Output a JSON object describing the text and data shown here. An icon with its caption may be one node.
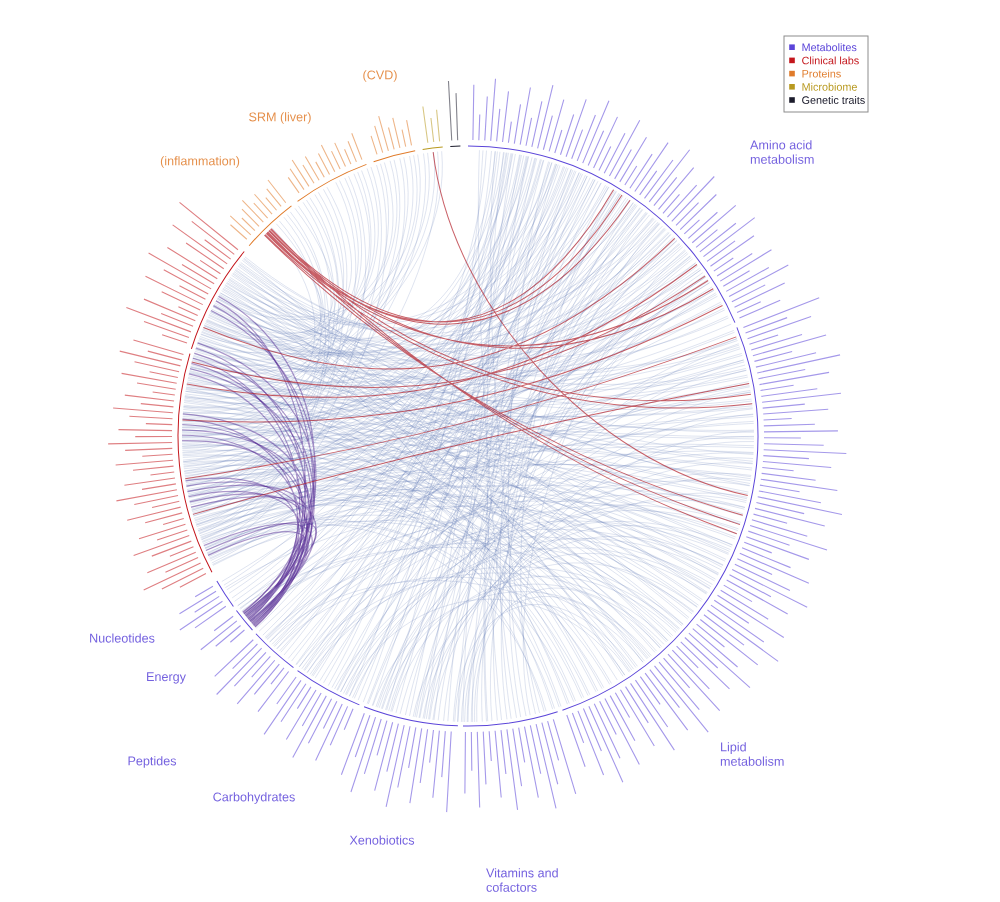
{
  "diagram": {
    "labels": [
      "(CVD)",
      "SRM (liver)",
      "Amino acid metabolism",
      "(inflammation)",
      "Nucleotides",
      "Energy",
      "Lipid metabolism",
      "Peptides",
      "Carbohydrates",
      "Xenobiotics",
      "Vitamins and cofactors"
    ],
    "legend": [
      {
        "text": "Metabolites",
        "color": "#5b45d9"
      },
      {
        "text": "Clinical labs",
        "color": "#c4161c"
      },
      {
        "text": "Proteins",
        "color": "#e07b2a"
      },
      {
        "text": "Microbiome",
        "color": "#b8991f"
      },
      {
        "text": "Genetic traits",
        "color": "#1c1c2c"
      }
    ]
  }
}
